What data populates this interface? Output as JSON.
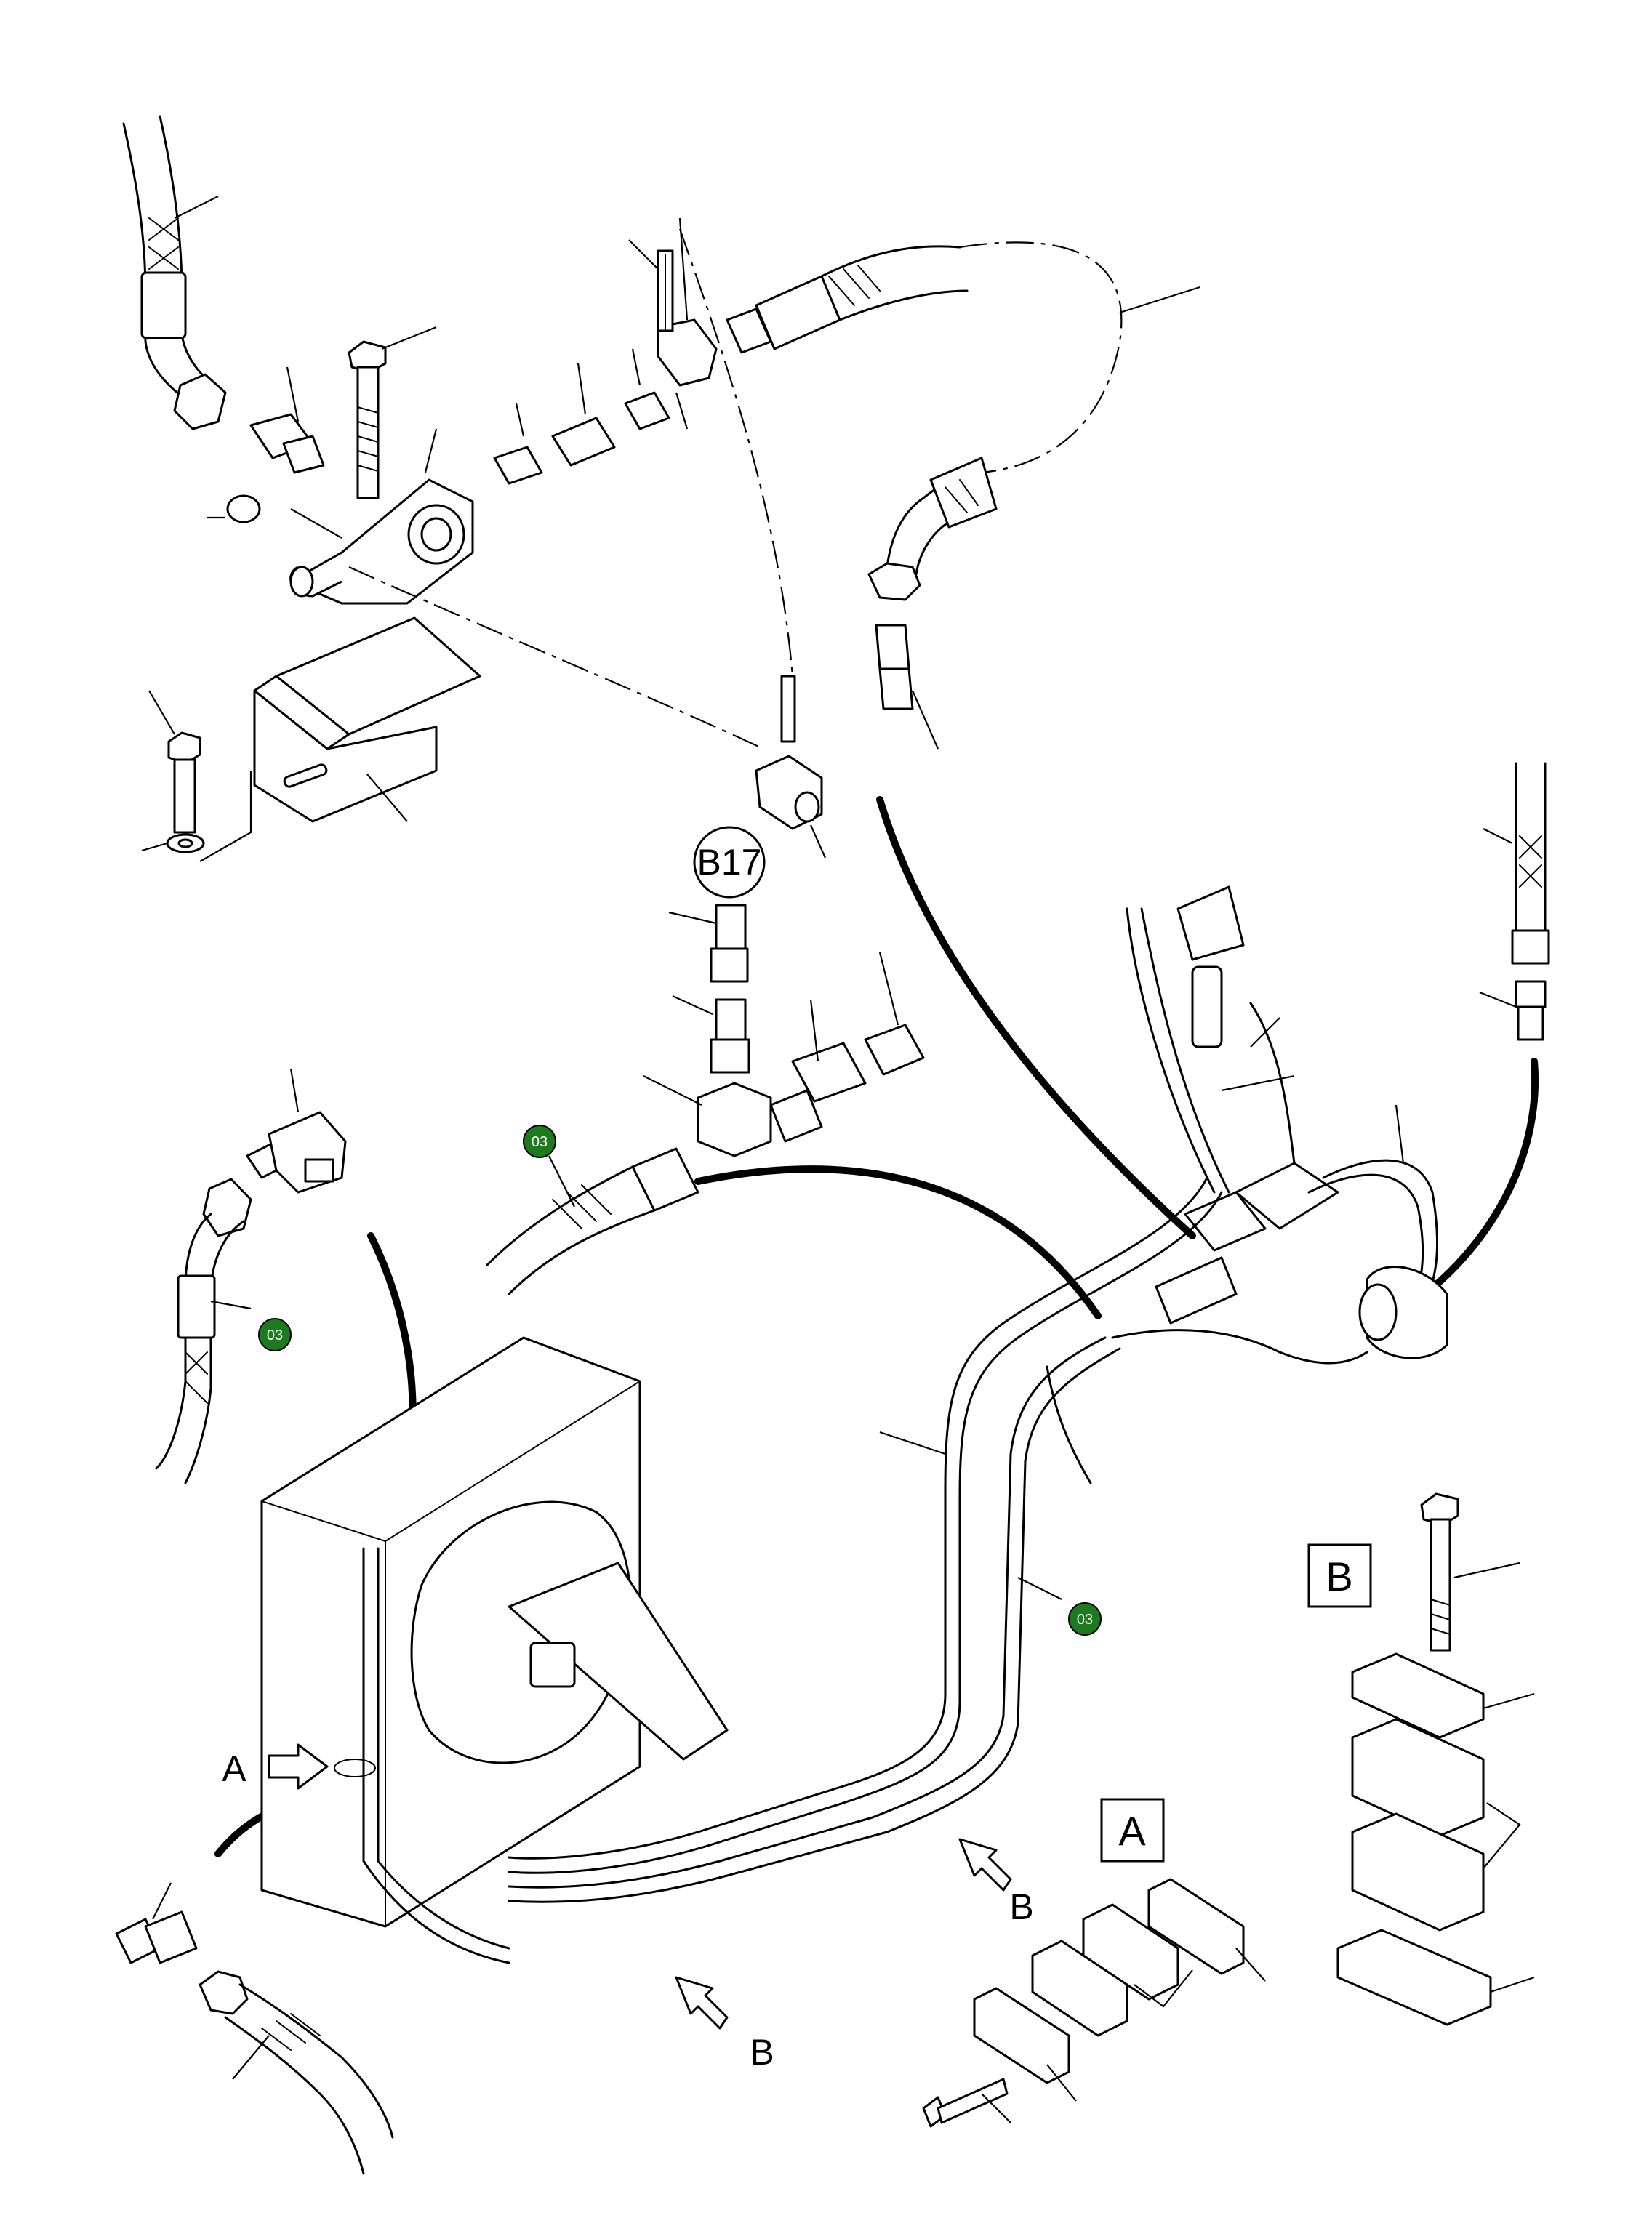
{
  "diagram": {
    "reference_label": "B17",
    "badge_label": "03",
    "badge_color": "#1e7a1e",
    "detail_a_label": "A",
    "detail_b_label": "B",
    "view_a_arrow_label": "A",
    "view_b_arrow_label_1": "B",
    "view_b_arrow_label_2": "B"
  }
}
